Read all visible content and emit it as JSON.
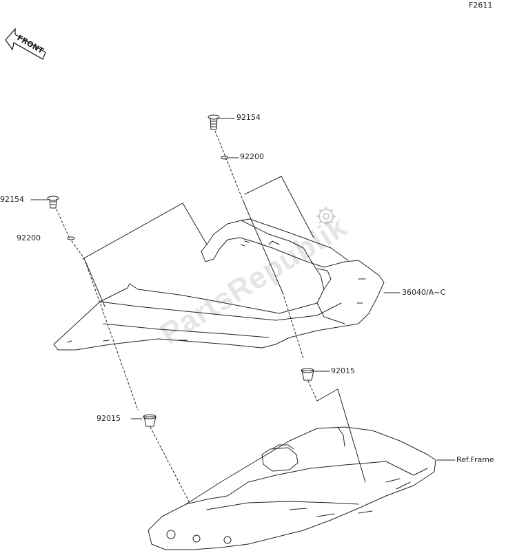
{
  "figure_code": "F2611",
  "front_label": "FRONT",
  "watermark": "PartsRepublik",
  "parts": [
    {
      "id": "bolt-top",
      "number": "92154"
    },
    {
      "id": "washer-top",
      "number": "92200"
    },
    {
      "id": "bolt-left",
      "number": "92154"
    },
    {
      "id": "washer-left",
      "number": "92200"
    },
    {
      "id": "cover",
      "number": "36040/A~C"
    },
    {
      "id": "collar-right",
      "number": "92015"
    },
    {
      "id": "collar-left",
      "number": "92015"
    },
    {
      "id": "frame",
      "number": "Ref.Frame"
    }
  ],
  "colors": {
    "line": "#222222",
    "watermark": "#a0a0a0"
  }
}
